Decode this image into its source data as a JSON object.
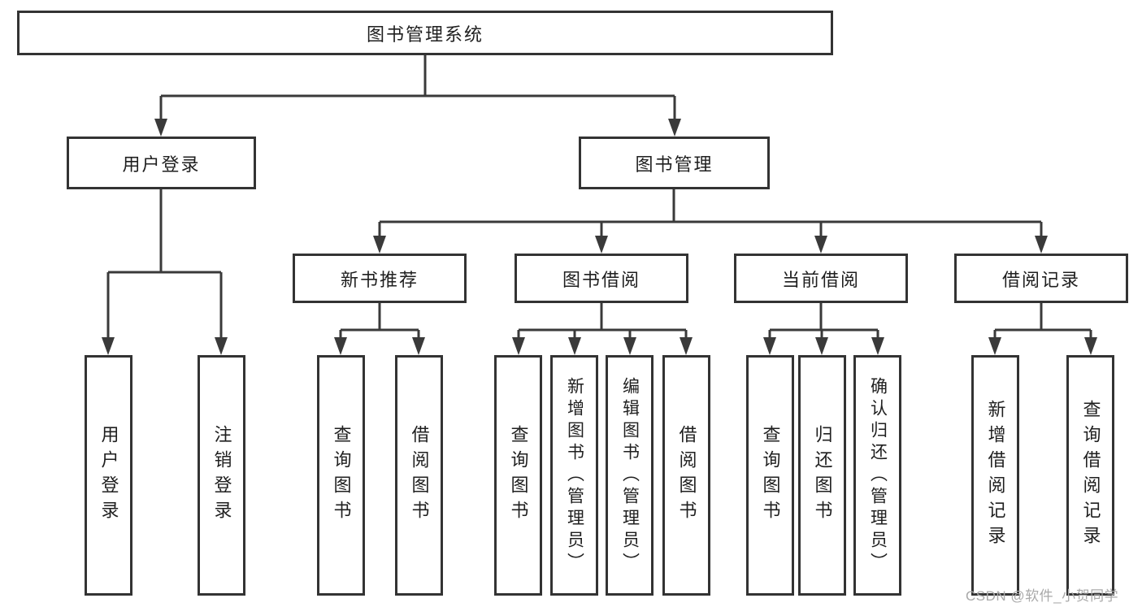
{
  "diagram": {
    "tree": {
      "root": {
        "label": "图书管理系统"
      },
      "level2": [
        {
          "label": "用户登录",
          "children": [
            "用户登录",
            "注销登录"
          ]
        },
        {
          "label": "图书管理",
          "children": [
            {
              "label": "新书推荐",
              "children": [
                "查询图书",
                "借阅图书"
              ]
            },
            {
              "label": "图书借阅",
              "children": [
                "查询图书",
                "新增图书（管理员）",
                "编辑图书（管理员）",
                "借阅图书"
              ]
            },
            {
              "label": "当前借阅",
              "children": [
                "查询图书",
                "归还图书",
                "确认归还（管理员）"
              ]
            },
            {
              "label": "借阅记录",
              "children": [
                "新增借阅记录",
                "查询借阅记录"
              ]
            }
          ]
        }
      ]
    }
  },
  "watermark": {
    "text": "CSDN @软件_小贺同学"
  },
  "colors": {
    "line": "#3a3a3a",
    "box_border": "#333333",
    "text": "#1f1f1f",
    "watermark": "#a9a9a9",
    "background": "#ffffff"
  }
}
